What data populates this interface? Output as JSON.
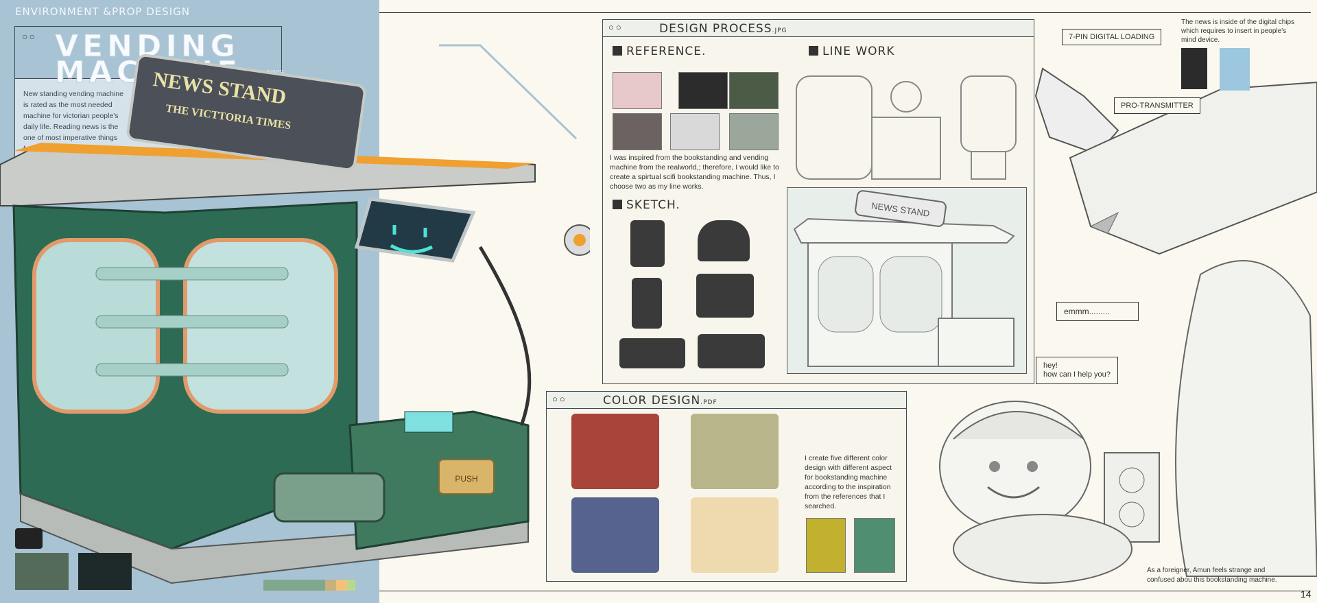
{
  "left": {
    "section_title": "ENVIRONMENT &PROP DESIGN",
    "title_line1": "VENDING",
    "title_line2": "MACHINE",
    "title_ext": "DOCS",
    "intro": "New standing vending machine is rated as the most needed machine for victorian people's daily life. Reading news is the one of most imperative things for every victorian.",
    "sign_main": "NEWS STAND",
    "sign_sub": "THE VICTTORIA TIMES",
    "push_label": "PUSH"
  },
  "design_process": {
    "title": "DESIGN PROCESS",
    "ext": ".JPG",
    "reference_label": "REFERENCE.",
    "linework_label": "LINE WORK",
    "sketch_label": "SKETCH.",
    "inspiration": "I was inspired from the bookstanding and vending machine from the realworld,; therefore, I would like to create a spirtual scifi bookstanding machine. Thus, I choose two  as my line works.",
    "sketch_sign": "NEWS STAND"
  },
  "color_design": {
    "title": "COLOR DESIGN",
    "ext": ".PDF",
    "text": "I create five different color design with different aspect for bookstanding machine according to the inspiration from the references that I searched."
  },
  "right": {
    "chip_note": "The news is inside of the digital chips which requires to insert in people's mind device.",
    "callout_loading": "7-PIN DIGITAL LOADING",
    "callout_transmitter": "PRO-TRANSMITTER",
    "bubble_emmm": "emmm.........",
    "bubble_hey_1": "hey!",
    "bubble_hey_2": "how can I help you?",
    "caption": "As a foreigner, Amun feels strange and confused abou this bookstanding machine.",
    "page_number": "14"
  },
  "colors": {
    "panel_blue": "#a8c3d3",
    "machine_green": "#2e6b55",
    "accent_orange": "#f0a030",
    "paper": "#fbf9ef"
  }
}
